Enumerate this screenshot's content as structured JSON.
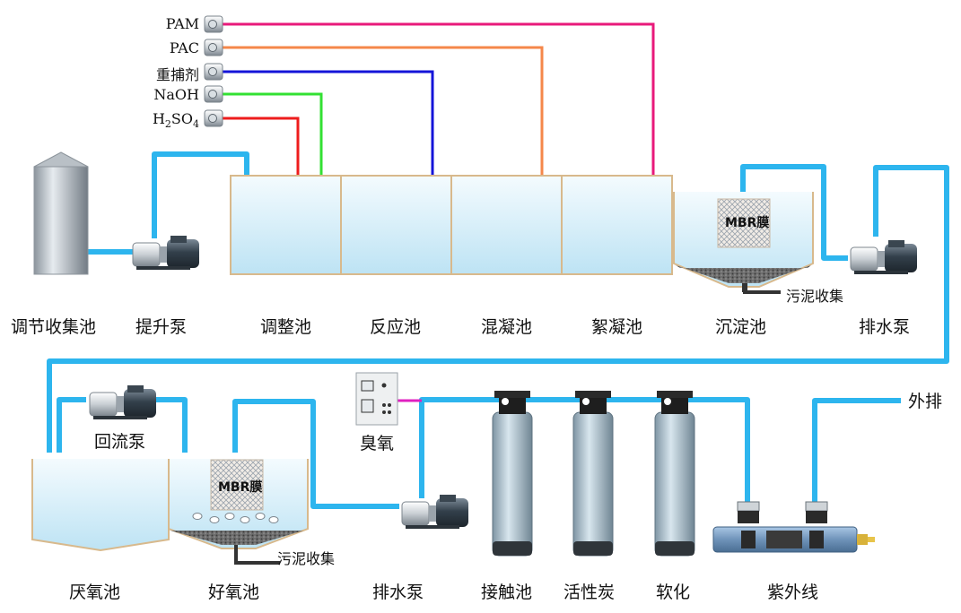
{
  "chemicals": {
    "pam": "PAM",
    "pac": "PAC",
    "heavy_metal_agent": "重捕剂",
    "naoh": "NaOH",
    "h2so4_base": "H",
    "h2so4_sub1": "2",
    "h2so4_mid": "SO",
    "h2so4_sub2": "4"
  },
  "units_top": {
    "collection_tank": "调节收集池",
    "lift_pump": "提升泵",
    "adjust_tank": "调整池",
    "reaction_tank": "反应池",
    "coagulation_tank": "混凝池",
    "flocculation_tank": "絮凝池",
    "sedimentation_tank": "沉淀池",
    "drain_pump_top": "排水泵",
    "mbr_top": "MBR膜",
    "sludge_top": "污泥收集"
  },
  "units_bottom": {
    "reflux_pump": "回流泵",
    "anaerobic_tank": "厌氧池",
    "aerobic_tank": "好氧池",
    "mbr_bottom": "MBR膜",
    "sludge_bottom": "污泥收集",
    "ozone": "臭氧",
    "drain_pump_bottom": "排水泵",
    "contact_tank": "接触池",
    "activated_carbon": "活性炭",
    "softening": "软化",
    "uv": "紫外线",
    "discharge": "外排"
  },
  "colors": {
    "water_pipe": "#2db5ee",
    "pam_line": "#e8197a",
    "pac_line": "#f5874a",
    "heavy_metal_line": "#1414d8",
    "naoh_line": "#33e033",
    "h2so4_line": "#ee1c1c",
    "ozone_line": "#e020c0"
  }
}
